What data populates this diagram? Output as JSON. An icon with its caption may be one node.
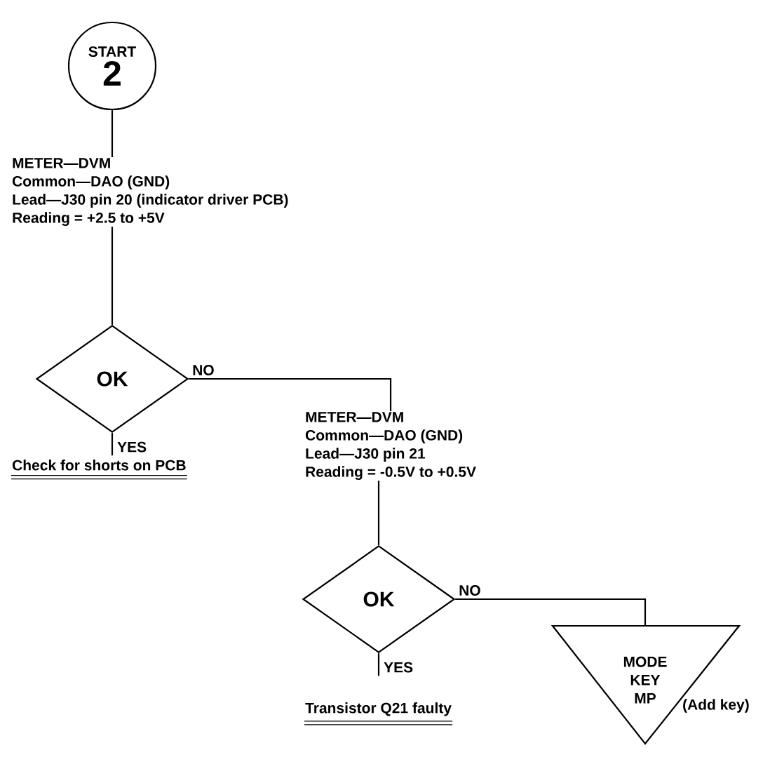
{
  "diagram": {
    "nodes": [
      {
        "text": [
          "START",
          "2"
        ]
      },
      {
        "text": [
          "METER—DVM",
          "Common—DAO (GND)",
          "Lead—J30 pin 20 (indicator driver PCB)",
          "Reading = +2.5 to +5V"
        ]
      },
      {
        "text": [
          "OK"
        ]
      },
      {
        "text": [
          "Check for shorts on PCB"
        ]
      },
      {
        "text": [
          "METER—DVM",
          "Common—DAO (GND)",
          "Lead—J30 pin 21",
          "Reading = -0.5V to +0.5V"
        ]
      },
      {
        "text": [
          "OK"
        ]
      },
      {
        "text": [
          "Transistor Q21 faulty"
        ]
      },
      {
        "text": [
          "MODE KEY MP"
        ],
        "beside": [
          "(Add key)"
        ]
      }
    ],
    "edges": [
      {
        "from": 0,
        "to": 1,
        "arrow": "none"
      },
      {
        "from": 1,
        "to": 2,
        "arrow": "none"
      },
      {
        "from": 2,
        "to": 3,
        "arrow": "none",
        "label": "YES"
      },
      {
        "from": 2,
        "to": 4,
        "arrow": "none",
        "label": "NO"
      },
      {
        "from": 4,
        "to": 5,
        "arrow": "none"
      },
      {
        "from": 5,
        "to": 6,
        "arrow": "none",
        "label": "YES"
      },
      {
        "from": 5,
        "to": 7,
        "arrow": "none",
        "label": "NO"
      }
    ]
  }
}
